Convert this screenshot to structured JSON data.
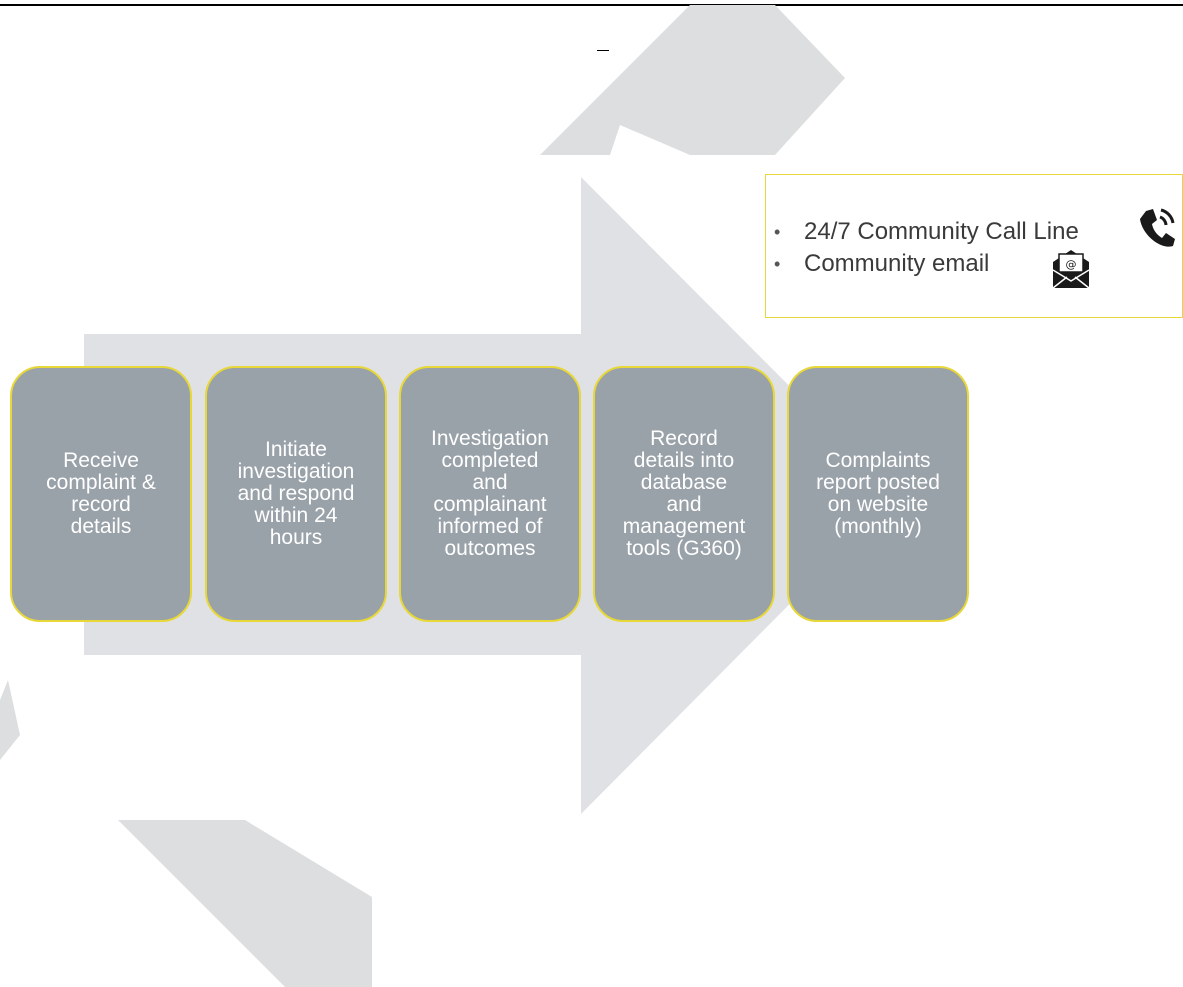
{
  "colors": {
    "step_fill": "#99a1a9",
    "step_border": "#e7d738",
    "arrow_fill": "#dfe1e4",
    "watermark_fill": "#dcdedf",
    "channel_border": "#e7d738"
  },
  "steps": [
    {
      "label": "Receive\ncomplaint &\nrecord\ndetails"
    },
    {
      "label": "Initiate\ninvestigation\nand respond\nwithin 24\nhours"
    },
    {
      "label": "Investigation\ncompleted\nand\ncomplainant\ninformed of\noutcomes"
    },
    {
      "label": "Record\ndetails into\ndatabase\nand\nmanagement\ntools (G360)"
    },
    {
      "label": "Complaints\nreport posted\non website\n(monthly)"
    }
  ],
  "channels": [
    {
      "label": "24/7 Community Call Line",
      "icon": "phone-icon"
    },
    {
      "label": "Community email",
      "icon": "email-envelope-icon"
    }
  ]
}
